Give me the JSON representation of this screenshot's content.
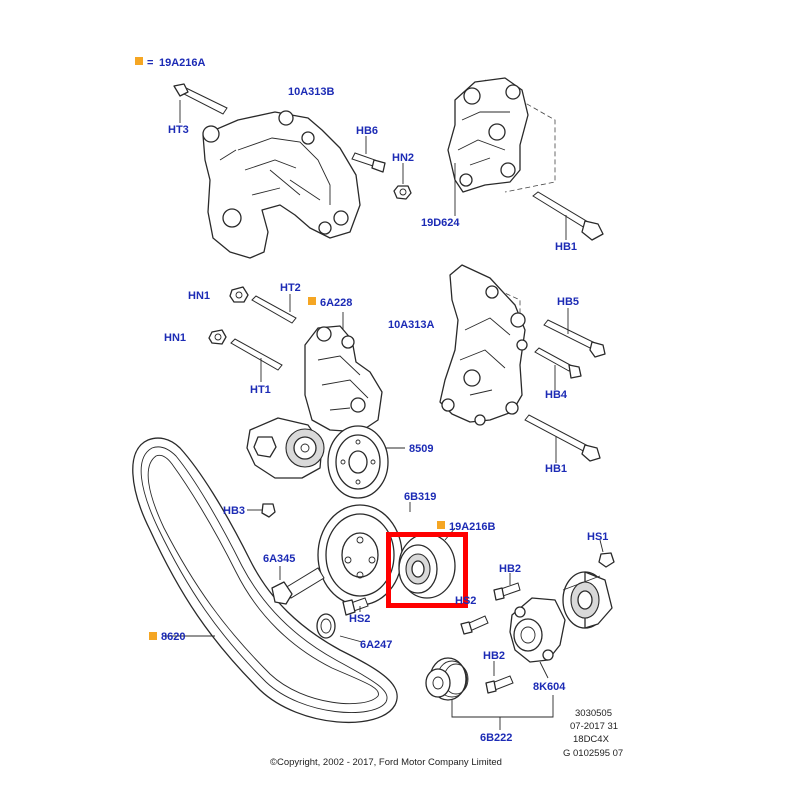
{
  "legend": {
    "part_number": "19A216A",
    "marker_color": "#f5a623"
  },
  "labels": {
    "19A216A": "19A216A",
    "10A313B": "10A313B",
    "HT3": "HT3",
    "HB6": "HB6",
    "HN2": "HN2",
    "19D624": "19D624",
    "HB1_top": "HB1",
    "HN1_a": "HN1",
    "HT2": "HT2",
    "6A228": "6A228",
    "10A313A": "10A313A",
    "HB5": "HB5",
    "HN1_b": "HN1",
    "HT1": "HT1",
    "HB4": "HB4",
    "HB1_mid": "HB1",
    "8509": "8509",
    "6B319": "6B319",
    "HB3": "HB3",
    "19A216B": "19A216B",
    "HS1": "HS1",
    "6A345": "6A345",
    "HB2_a": "HB2",
    "HS2_a": "HS2",
    "HS2_b": "HS2",
    "8620": "8620",
    "6A247": "6A247",
    "HB2_b": "HB2",
    "8K604": "8K604",
    "6B222": "6B222"
  },
  "info_block": [
    "3030505",
    "07-2017 31",
    "18DC4X",
    "G 0102595 07"
  ],
  "copyright": "©Copyright, 2002 - 2017, Ford Motor Company Limited",
  "colors": {
    "label_blue": "#1c2bb5",
    "highlight_red": "#ff0000",
    "marker_orange": "#f5a623"
  }
}
